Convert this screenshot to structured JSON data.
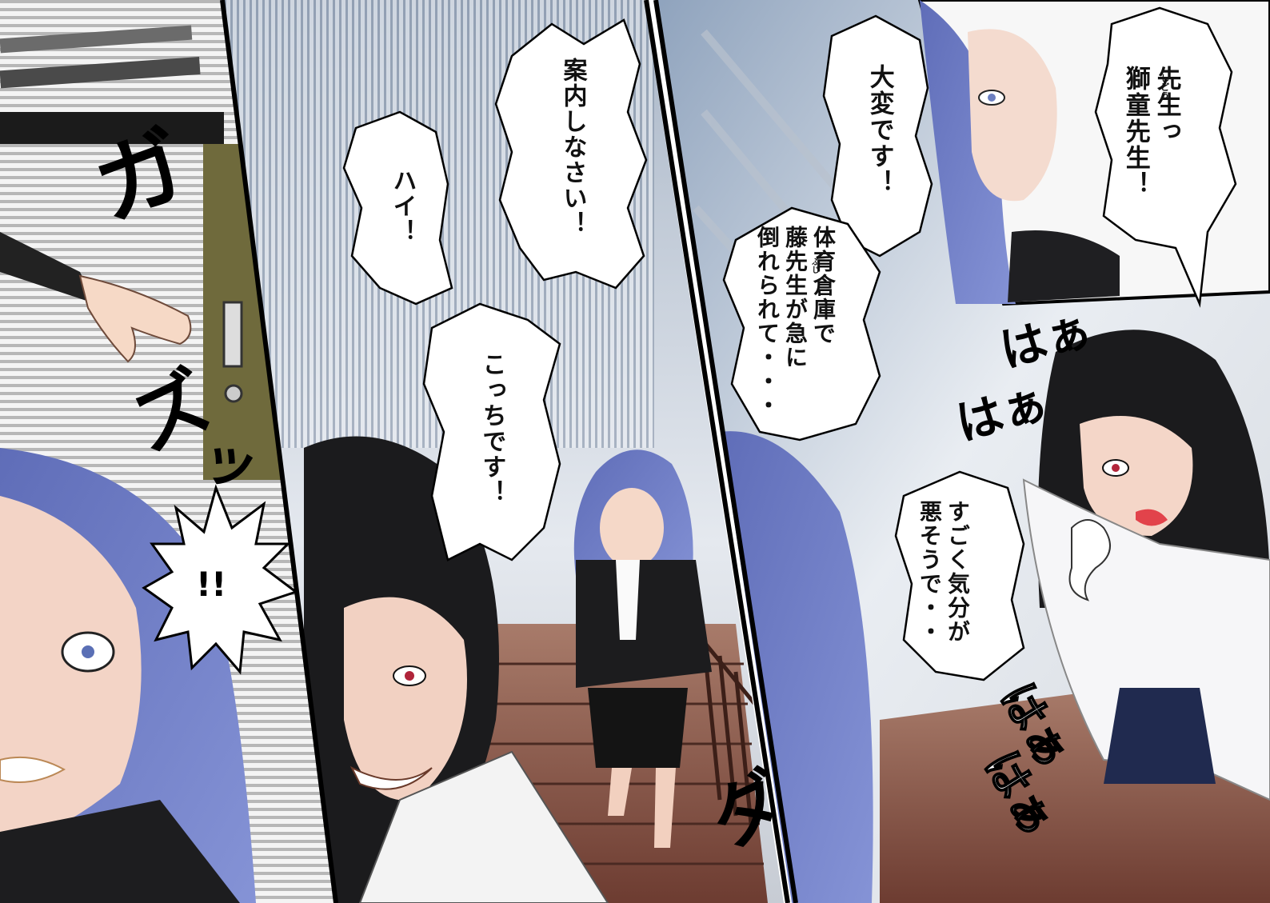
{
  "panels": {
    "left": {
      "sfx_door": "ガ",
      "sfx_slide": "ズ",
      "sfx_tsu": "ッ",
      "exclaim": "!!"
    },
    "middle": {
      "bubble_annai": "案内しなさい！",
      "bubble_hai": "ハイ！",
      "bubble_kocchi": "こっちです！",
      "sfx_run": "ダッ"
    },
    "right": {
      "bubble_sensei": "先生っ\n獅童先生！",
      "furigana_shidou": "しどう",
      "bubble_taihen": "大変です！",
      "bubble_soko": "体育倉庫で\n藤先生が急に\n倒れられて・・・",
      "furigana_fuji": "ふじ",
      "bubble_kibun": "すごく気分が\n悪そうで・・",
      "sfx_haa_1": "はぁ",
      "sfx_haa_2": "はぁ",
      "sfx_haa_3": "はぁ",
      "sfx_haa_4": "はぁ"
    }
  }
}
